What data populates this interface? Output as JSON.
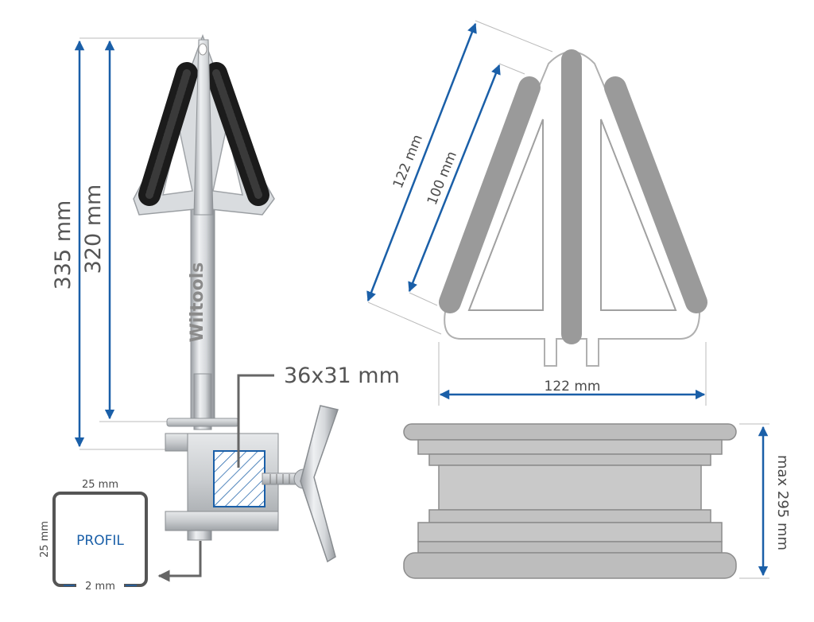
{
  "dimensions": {
    "total_height": "335 mm",
    "arm_height": "320 mm",
    "clamp_opening": "36x31 mm",
    "arm_length_outer": "122 mm",
    "arm_length_inner": "100 mm",
    "arm_width": "122 mm",
    "rim_width_max": "max 295 mm"
  },
  "profile": {
    "label": "PROFIL",
    "width": "25 mm",
    "height": "25 mm",
    "wall": "2 mm"
  },
  "brand": {
    "logo_text": "Wiltools"
  },
  "colors": {
    "dimension_blue": "#1a5fa8",
    "text_gray": "#4a4a4a",
    "part_gray": "#b5b5b5",
    "outline_gray": "#a0a0a0"
  }
}
